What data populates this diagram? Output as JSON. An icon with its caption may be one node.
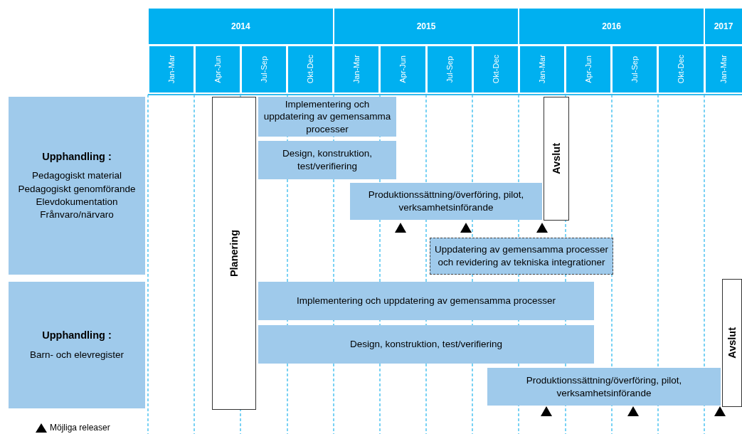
{
  "diagram": {
    "nodes": [
      {
        "text": [
          "Upphandling :",
          "Pedagogiskt material",
          "Pedagogiskt genomförande",
          "Elevdokumentation",
          "Frånvaro/närvaro"
        ]
      },
      {
        "text": [
          "Planering"
        ]
      },
      {
        "text": [
          "Implementering och uppdatering av gemensamma processer"
        ]
      },
      {
        "text": [
          "Design, konstruktion, test/verifiering"
        ]
      },
      {
        "text": [
          "Produktionssättning/överföring, pilot, verksamhetsinförande"
        ]
      },
      {
        "text": [
          "Avslut"
        ]
      },
      {
        "text": [
          "Uppdatering av gemensamma processer och revidering av tekniska integrationer"
        ]
      },
      {
        "text": [
          "Upphandling :",
          "Barn- och elevregister"
        ]
      },
      {
        "text": [
          "Implementering och uppdatering av gemensamma processer"
        ]
      },
      {
        "text": [
          "Design, konstruktion, test/verifiering"
        ]
      },
      {
        "text": [
          "Produktionssättning/överföring, pilot, verksamhetsinförande"
        ]
      },
      {
        "text": [
          "Avslut"
        ]
      }
    ],
    "labels": [
      "2014",
      "2015",
      "2016",
      "2017",
      "Jan-Mar",
      "Apr-Jun",
      "Jul-Sep",
      "Okt-Dec",
      "Jan-Mar",
      "Apr-Jun",
      "Jul-Sep",
      "Okt-Dec",
      "Jan-Mar",
      "Apr-Jun",
      "Jul-Sep",
      "Okt-Dec",
      "Jan-Mar"
    ],
    "legend": [
      {
        "text": "Möjliga releaser"
      }
    ]
  }
}
